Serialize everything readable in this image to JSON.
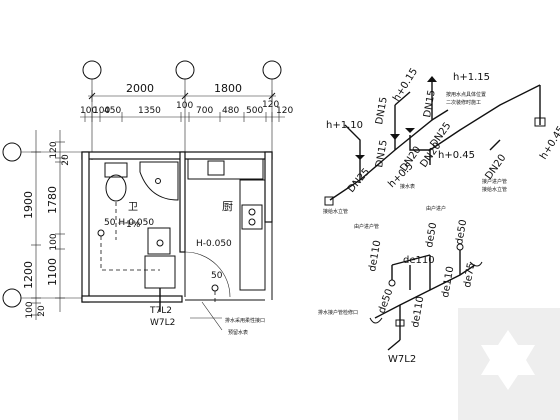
{
  "plan": {
    "top_dims_major": [
      "2000",
      "1800"
    ],
    "top_dims_minor": [
      "100",
      "100",
      "450",
      "1350",
      "100",
      "700",
      "480",
      "500",
      "120",
      "120"
    ],
    "left_dims_outer": [
      "1900",
      "1200",
      "100",
      "20"
    ],
    "left_dims_inner": [
      "120",
      "20",
      "1780",
      "100",
      "1100"
    ],
    "labels": {
      "slope": "1%",
      "floor_drain_mark": "50 H-0.050",
      "kitchen": "厨",
      "kitchen_elev": "H-0.050",
      "pipe_50": "50",
      "riser_t": "T7L2",
      "riser_w": "W7L2",
      "bath_mark": "卫",
      "note_a": "排水采用柔性接口",
      "note_b": "预留水表"
    }
  },
  "water_iso": {
    "elev_top": "h+1.15",
    "elev_mid1": "h+0.15",
    "elev_left": "h+1.10",
    "elev_mid2": "h+0.5",
    "elev_mid3": "h+0.45",
    "elev_right": "h+0.45",
    "pipe_dn15_a": "DN15",
    "pipe_dn15_b": "DN15",
    "pipe_dn15_c": "DN15",
    "pipe_dn20_a": "DN20",
    "pipe_dn20_b": "DN20",
    "pipe_dn20_c": "DN20",
    "pipe_dn25_a": "DN25",
    "pipe_dn25_b": "DN25",
    "note_top_a": "按用水点具体位置",
    "note_top_b": "二次装修时施工",
    "note_meter_a": "接水表",
    "note_meter_b": "由户进户",
    "note_left": "接给水立管",
    "note_mid": "由户进户管",
    "note_right_a": "接户进户管",
    "note_right_b": "接给水立管"
  },
  "drain_iso": {
    "de110_a": "de110",
    "de50_a": "de50",
    "de110_b": "de110",
    "de50_b": "de50",
    "de75": "de75",
    "de110_c": "de110",
    "de50_c": "de50",
    "de110_d": "de110",
    "riser": "W7L2",
    "note": "排水接户管检修口"
  }
}
